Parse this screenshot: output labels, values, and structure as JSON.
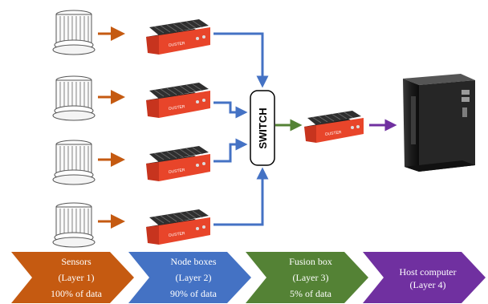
{
  "switch": {
    "label": "SWITCH"
  },
  "device_brand": "OUSTER",
  "colors": {
    "sensors": "#C55A11",
    "node": "#4472C4",
    "fusion": "#548235",
    "host": "#7030A0",
    "device_red": "#E8452A",
    "heatsink": "#2A2A2A"
  },
  "layers": [
    {
      "lines": [
        "Sensors",
        "(Layer 1)",
        "100% of data"
      ],
      "color": "#C55A11"
    },
    {
      "lines": [
        "Node boxes",
        "(Layer 2)",
        "90% of data"
      ],
      "color": "#4472C4"
    },
    {
      "lines": [
        "Fusion box",
        "(Layer 3)",
        "5% of data"
      ],
      "color": "#548235"
    },
    {
      "lines": [
        "Host computer",
        "(Layer 4)"
      ],
      "color": "#7030A0"
    }
  ]
}
